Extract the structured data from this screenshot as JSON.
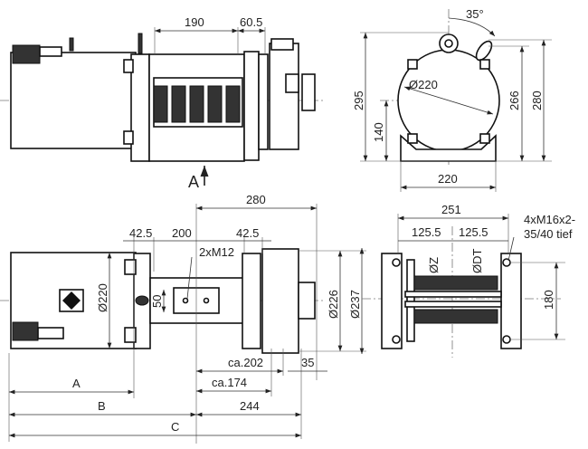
{
  "top_view": {
    "dim_drum_length": "190",
    "dim_offset": "60.5",
    "view_arrow_label": "A"
  },
  "end_view": {
    "angle": "35°",
    "diameter": "Ø220",
    "height_total": "295",
    "axis_height": "140",
    "height_266": "266",
    "height_280": "280",
    "base_width": "220"
  },
  "plan_view": {
    "dim_280": "280",
    "dim_left_42_5": "42.5",
    "dim_200": "200",
    "dim_right_42_5": "42.5",
    "thread_note": "2xM12",
    "dim_50": "50",
    "motor_diameter": "Ø220",
    "diameter_226": "Ø226",
    "diameter_237": "Ø237",
    "dim_ca202": "ca.202",
    "dim_35": "35",
    "dim_ca174": "ca.174",
    "dim_A": "A",
    "dim_B": "B",
    "dim_244": "244",
    "dim_C": "C"
  },
  "section_view": {
    "dim_251": "251",
    "dim_half_left": "125.5",
    "dim_half_right": "125.5",
    "bolt_note_1": "4xM16x2-",
    "bolt_note_2": "35/40 tief",
    "dim_180": "180",
    "label_z": "ØZ",
    "label_dt": "ØDT"
  }
}
